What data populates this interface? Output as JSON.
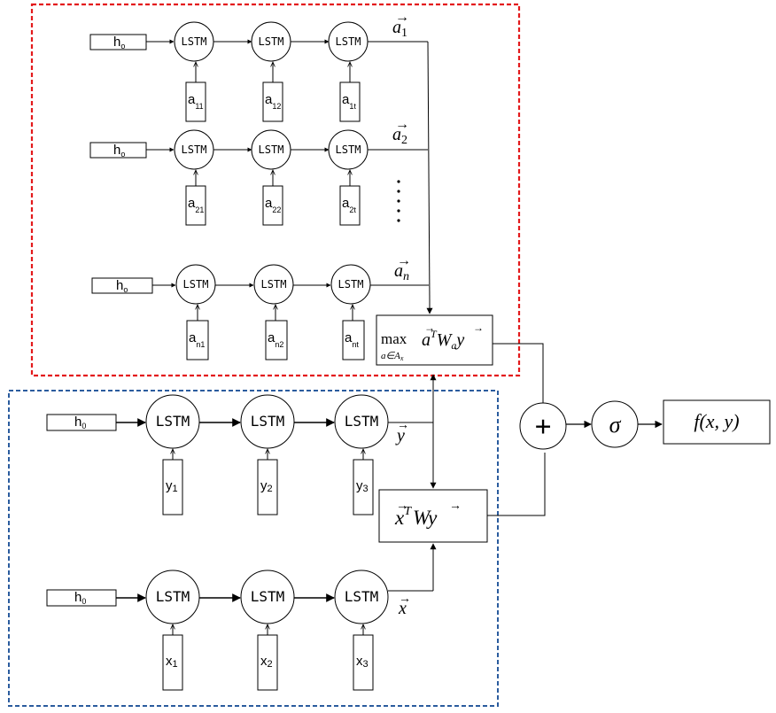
{
  "diagram": {
    "top_group": {
      "rows": [
        {
          "h0": {
            "main": "h",
            "sub": "o"
          },
          "cells": [
            "LSTM",
            "LSTM",
            "LSTM"
          ],
          "inputs": [
            {
              "main": "a",
              "sub": "11"
            },
            {
              "main": "a",
              "sub": "12"
            },
            {
              "main": "a",
              "sub": "1t"
            }
          ],
          "output": {
            "main": "a",
            "sub": "1"
          }
        },
        {
          "h0": {
            "main": "h",
            "sub": "o"
          },
          "cells": [
            "LSTM",
            "LSTM",
            "LSTM"
          ],
          "inputs": [
            {
              "main": "a",
              "sub": "21"
            },
            {
              "main": "a",
              "sub": "22"
            },
            {
              "main": "a",
              "sub": "2t"
            }
          ],
          "output": {
            "main": "a",
            "sub": "2"
          }
        },
        {
          "h0": {
            "main": "h",
            "sub": "o"
          },
          "cells": [
            "LSTM",
            "LSTM",
            "LSTM"
          ],
          "inputs": [
            {
              "main": "a",
              "sub": "n1"
            },
            {
              "main": "a",
              "sub": "n2"
            },
            {
              "main": "a",
              "sub": "nt"
            }
          ],
          "output": {
            "main": "a",
            "sub": "n"
          }
        }
      ],
      "ellipsis": "⋮"
    },
    "bottom_group": {
      "rows": [
        {
          "h0": {
            "main": "h",
            "sub": "0"
          },
          "cells": [
            "LSTM",
            "LSTM",
            "LSTM"
          ],
          "inputs": [
            {
              "main": "y",
              "sub": "1"
            },
            {
              "main": "y",
              "sub": "2"
            },
            {
              "main": "y",
              "sub": "3"
            }
          ],
          "output": {
            "main": "y",
            "sub": ""
          }
        },
        {
          "h0": {
            "main": "h",
            "sub": "0"
          },
          "cells": [
            "LSTM",
            "LSTM",
            "LSTM"
          ],
          "inputs": [
            {
              "main": "x",
              "sub": "1"
            },
            {
              "main": "x",
              "sub": "2"
            },
            {
              "main": "x",
              "sub": "3"
            }
          ],
          "output": {
            "main": "x",
            "sub": ""
          }
        }
      ]
    },
    "max_box": {
      "op": "max",
      "under": "a∈A",
      "under_sub": "x",
      "expr_a": "a",
      "expr_sup": "T",
      "expr_w": "W",
      "expr_wsub": "a",
      "expr_y": "y"
    },
    "bilinear_box": {
      "x": "x",
      "sup": "T",
      "w": "W",
      "y": "y"
    },
    "sum_node": "+",
    "sigma_node": "σ",
    "output_box": "f(x, y)",
    "colors": {
      "top_border": "#e31a1c",
      "bottom_border": "#2b5c9e",
      "line": "#000000"
    }
  }
}
